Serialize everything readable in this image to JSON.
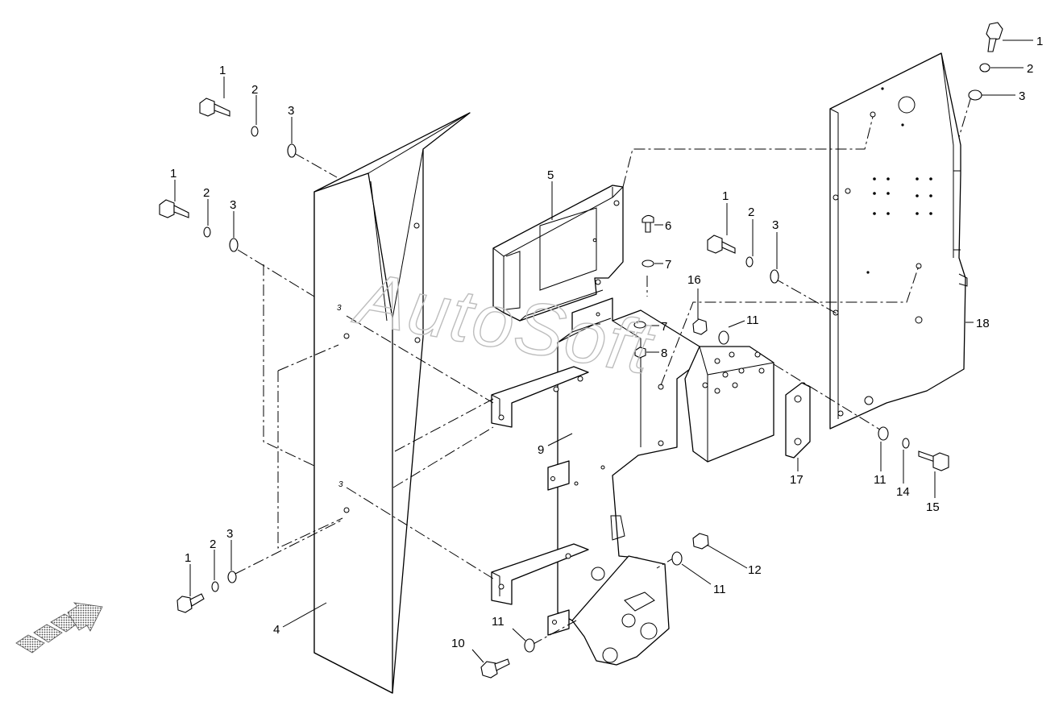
{
  "watermark": "AutoSoft",
  "colors": {
    "line": "#000000",
    "watermark": "#bdbdbd",
    "background": "#ffffff"
  },
  "direction_indicator": "front-arrow-icon",
  "callouts": {
    "c1_a": "1",
    "c2_a": "2",
    "c3_a": "3",
    "c1_b": "1",
    "c2_b": "2",
    "c3_b": "3",
    "c1_c": "1",
    "c2_c": "2",
    "c3_c": "3",
    "c1_d": "1",
    "c2_d": "2",
    "c3_d": "3",
    "c1_e": "1",
    "c2_e": "2",
    "c3_e": "3",
    "c4": "4",
    "c5": "5",
    "c6": "6",
    "c7_a": "7",
    "c7_b": "7",
    "c8": "8",
    "c9": "9",
    "c10": "10",
    "c11_a": "11",
    "c11_b": "11",
    "c11_c": "11",
    "c11_d": "11",
    "c12": "12",
    "c14": "14",
    "c15": "15",
    "c16": "16",
    "c17": "17",
    "c18": "18"
  }
}
